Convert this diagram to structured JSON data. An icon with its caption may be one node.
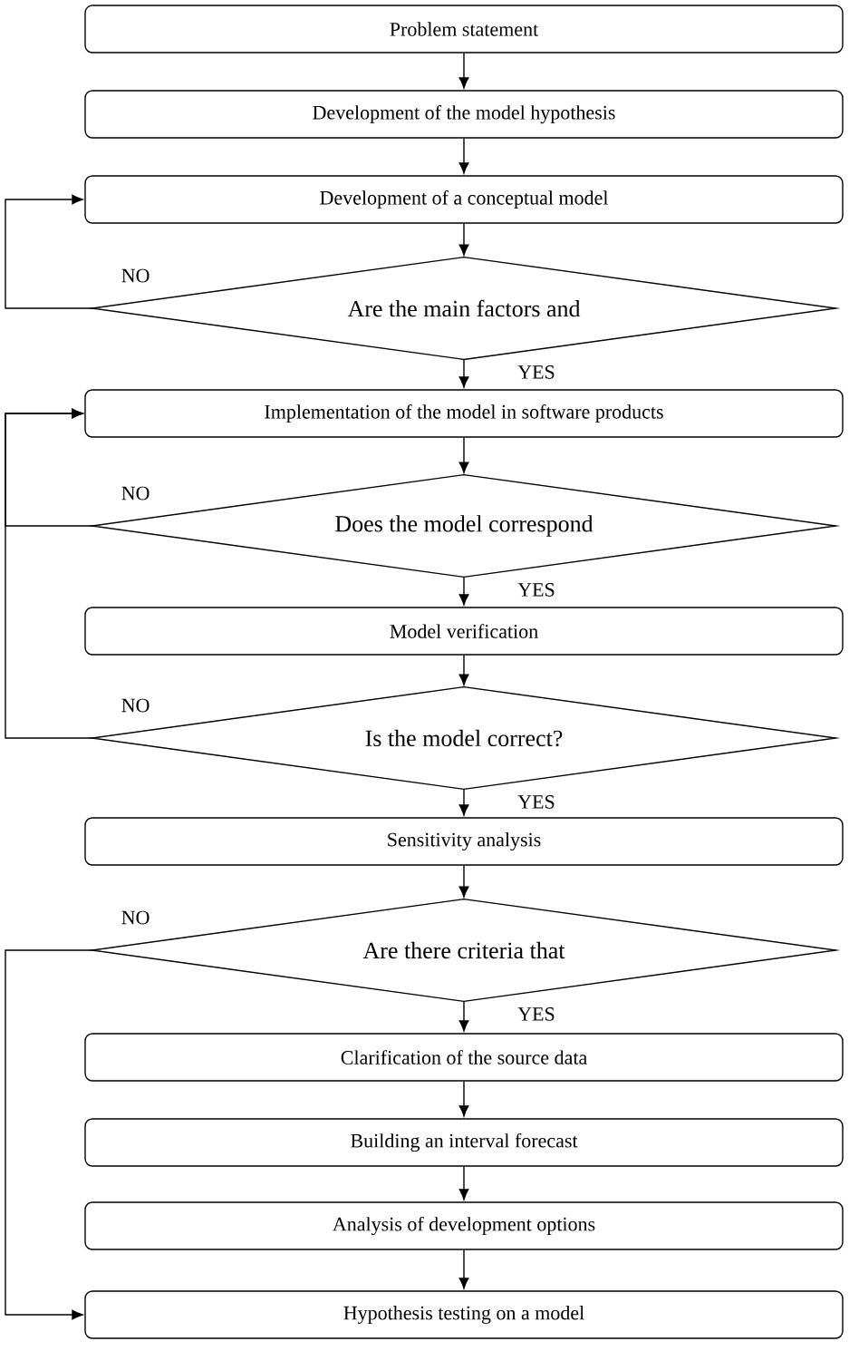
{
  "diagram": {
    "nodes": [
      {
        "text": [
          "Problem statement"
        ]
      },
      {
        "text": [
          "Development of the model hypothesis"
        ]
      },
      {
        "text": [
          "Development of a conceptual model"
        ]
      },
      {
        "text": [
          "Are the main factors and"
        ]
      },
      {
        "text": [
          "Implementation of the model in software products"
        ]
      },
      {
        "text": [
          "Does the model correspond"
        ]
      },
      {
        "text": [
          "Model verification"
        ]
      },
      {
        "text": [
          "Is the model correct?"
        ]
      },
      {
        "text": [
          "Sensitivity analysis"
        ]
      },
      {
        "text": [
          "Are there criteria that"
        ]
      },
      {
        "text": [
          "Clarification of the source data"
        ]
      },
      {
        "text": [
          "Building an interval forecast"
        ]
      },
      {
        "text": [
          "Analysis of development options"
        ]
      },
      {
        "text": [
          "Hypothesis testing on a model"
        ]
      }
    ],
    "edges": [
      {
        "from": 0,
        "to": 1,
        "arrow": "to"
      },
      {
        "from": 1,
        "to": 2,
        "arrow": "to"
      },
      {
        "from": 2,
        "to": 3,
        "arrow": "to"
      },
      {
        "from": 3,
        "to": 4,
        "arrow": "to",
        "label": "YES"
      },
      {
        "from": 3,
        "to": 2,
        "arrow": "to",
        "label": "NO"
      },
      {
        "from": 4,
        "to": 5,
        "arrow": "to"
      },
      {
        "from": 5,
        "to": 6,
        "arrow": "to",
        "label": "YES"
      },
      {
        "from": 5,
        "to": 4,
        "arrow": "to",
        "label": "NO"
      },
      {
        "from": 6,
        "to": 7,
        "arrow": "to"
      },
      {
        "from": 7,
        "to": 8,
        "arrow": "to",
        "label": "YES"
      },
      {
        "from": 7,
        "to": 4,
        "arrow": "to",
        "label": "NO"
      },
      {
        "from": 8,
        "to": 9,
        "arrow": "to"
      },
      {
        "from": 9,
        "to": 10,
        "arrow": "to",
        "label": "YES"
      },
      {
        "from": 9,
        "to": 13,
        "arrow": "to",
        "label": "NO"
      },
      {
        "from": 10,
        "to": 11,
        "arrow": "to"
      },
      {
        "from": 11,
        "to": 12,
        "arrow": "to"
      },
      {
        "from": 12,
        "to": 13,
        "arrow": "to"
      }
    ]
  }
}
